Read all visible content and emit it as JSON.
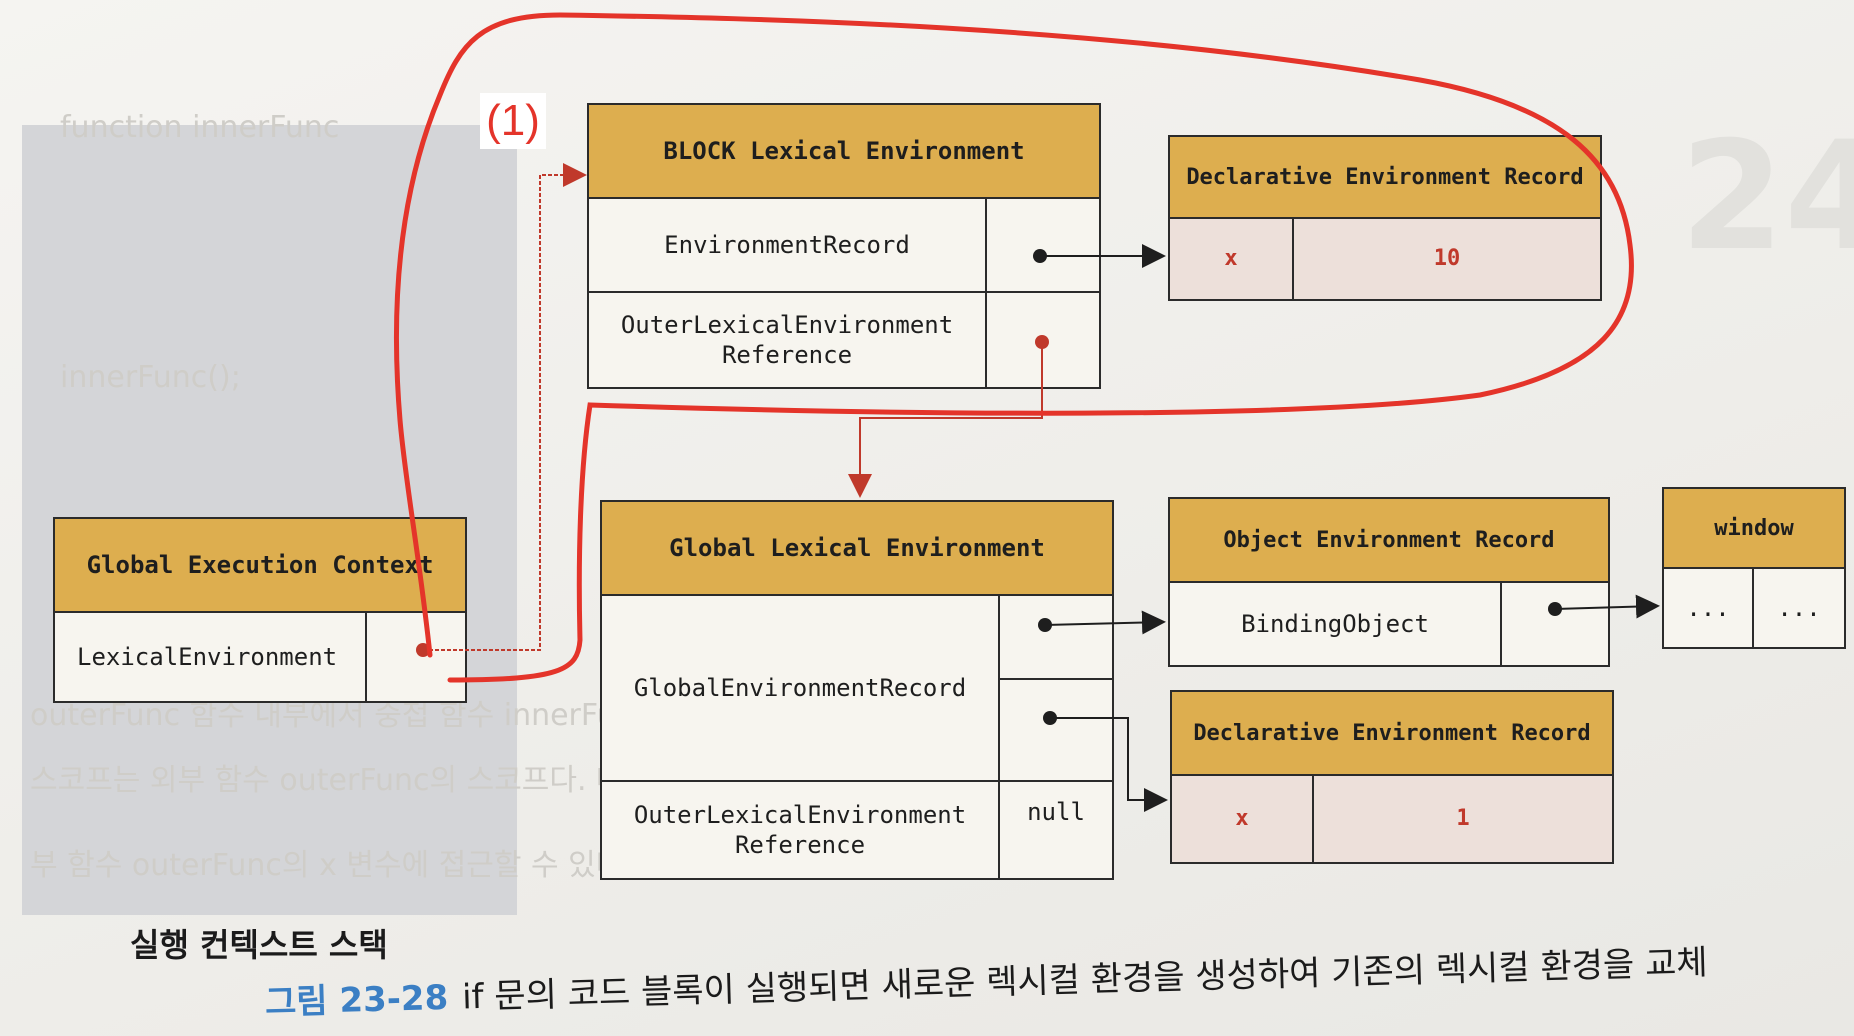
{
  "annotation_label": "(1)",
  "global_execution_context": {
    "title": "Global Execution Context",
    "row_label": "LexicalEnvironment"
  },
  "block_lexical_environment": {
    "title": "BLOCK Lexical Environment",
    "row1_label": "EnvironmentRecord",
    "row2_label": "OuterLexicalEnvironment\nReference"
  },
  "block_declarative_record": {
    "title": "Declarative Environment Record",
    "key": "x",
    "value": "10"
  },
  "global_lexical_environment": {
    "title": "Global Lexical Environment",
    "row1_label": "GlobalEnvironmentRecord",
    "row2_label": "OuterLexicalEnvironment\nReference",
    "row2_value": "null"
  },
  "object_environment_record": {
    "title": "Object Environment Record",
    "row_label": "BindingObject"
  },
  "window_object": {
    "title": "window",
    "cell1": "...",
    "cell2": "..."
  },
  "global_declarative_record": {
    "title": "Declarative Environment Record",
    "key": "x",
    "value": "1"
  },
  "stack_caption": "실행 컨텍스트 스택",
  "figure_caption": {
    "number": "그림 23-28",
    "text": "if 문의 코드 블록이 실행되면 새로운 렉시컬 환경을 생성하여 기존의 렉시컬 환경을 교체"
  },
  "colors": {
    "header_fill": "#ddae4f",
    "record_fill": "#ede0da",
    "arrow_red": "#c0392b",
    "annotation_red": "#e4342a",
    "caption_blue": "#3b7fc4",
    "stack_gray": "#d4d5d8"
  }
}
